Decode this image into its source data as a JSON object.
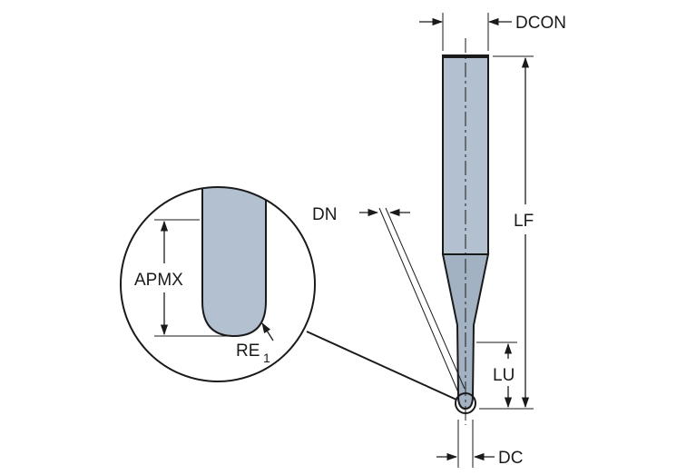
{
  "labels": {
    "dcon": "DCON",
    "lf": "LF",
    "dn": "DN",
    "lu": "LU",
    "dc": "DC",
    "apmx": "APMX",
    "re": "RE",
    "re_subscript": "1"
  },
  "colors": {
    "tool_fill": "#b2c0cf",
    "tool_shade": "#a3b2c2",
    "outline": "#1a1a1a",
    "background": "#ffffff"
  }
}
